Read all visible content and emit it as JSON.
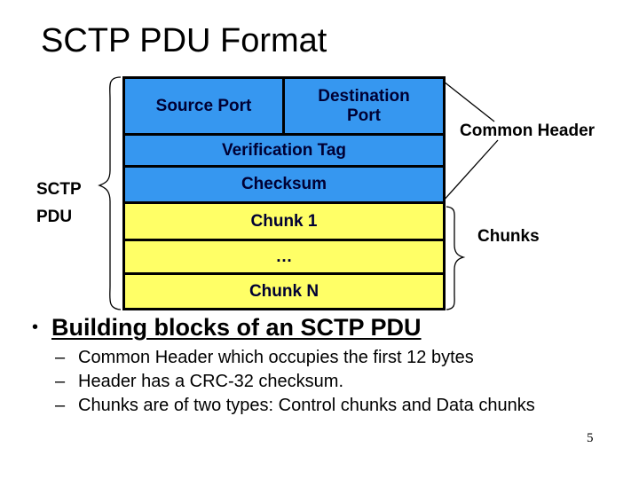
{
  "slide": {
    "title": "SCTP PDU Format",
    "page_number": "5"
  },
  "diagram": {
    "side_label": {
      "line1": "SCTP",
      "line2": "PDU"
    },
    "annotations": {
      "common_header": "Common Header",
      "chunks": "Chunks"
    },
    "header_cells": {
      "source_port": "Source Port",
      "destination_port": "Destination Port",
      "verification_tag": "Verification Tag",
      "checksum": "Checksum"
    },
    "chunk_cells": {
      "chunk_1": "Chunk 1",
      "ellipsis": "…",
      "chunk_n": "Chunk N"
    },
    "colors": {
      "header_fill": "#3697F0",
      "chunk_fill": "#FFFF66",
      "border": "#000000",
      "cell_text": "#000033"
    }
  },
  "content": {
    "bullet_char": "•",
    "dash_char": "–",
    "heading": "Building blocks of an SCTP PDU",
    "items": [
      "Common Header which occupies the first 12 bytes",
      "Header has a CRC-32 checksum.",
      "Chunks are of two types: Control chunks and Data chunks"
    ]
  }
}
